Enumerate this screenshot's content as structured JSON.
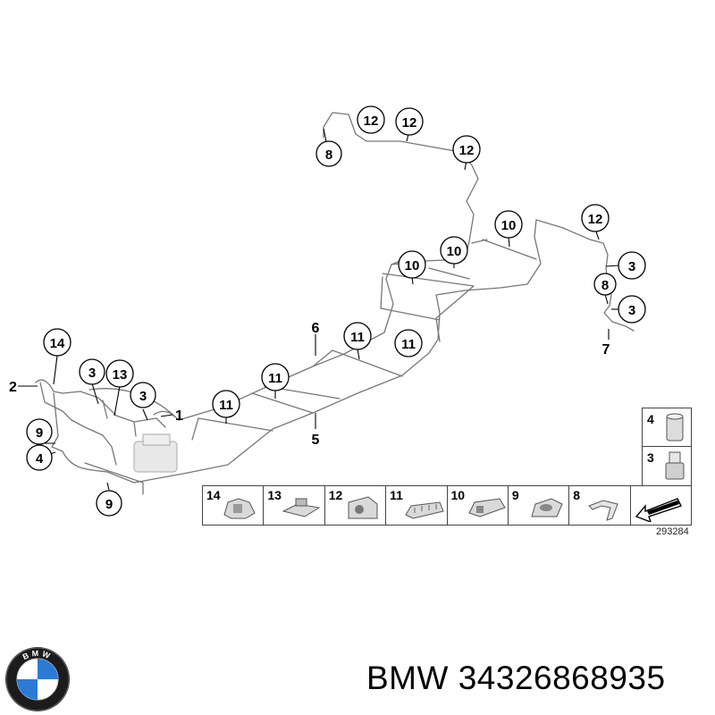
{
  "callouts": [
    {
      "text": "12"
    },
    {
      "text": "12"
    },
    {
      "text": "12"
    },
    {
      "text": "8"
    },
    {
      "text": "10"
    },
    {
      "text": "10"
    },
    {
      "text": "10"
    },
    {
      "text": "12"
    },
    {
      "text": "3"
    },
    {
      "text": "8"
    },
    {
      "text": "3"
    },
    {
      "text": "11"
    },
    {
      "text": "11"
    },
    {
      "text": "11"
    },
    {
      "text": "11"
    },
    {
      "text": "14"
    },
    {
      "text": "3"
    },
    {
      "text": "13"
    },
    {
      "text": "3"
    },
    {
      "text": "9"
    },
    {
      "text": "4"
    },
    {
      "text": "9"
    }
  ],
  "plain_labels": [
    {
      "text": "2"
    },
    {
      "text": "1"
    },
    {
      "text": "6"
    },
    {
      "text": "5"
    },
    {
      "text": "7"
    }
  ],
  "legend": [
    {
      "number": "14",
      "icon": "clip-14-icon"
    },
    {
      "number": "13",
      "icon": "clip-13-icon"
    },
    {
      "number": "12",
      "icon": "clip-12-icon"
    },
    {
      "number": "11",
      "icon": "clip-11-icon"
    },
    {
      "number": "10",
      "icon": "clip-10-icon"
    },
    {
      "number": "9",
      "icon": "clip-9-icon"
    },
    {
      "number": "8",
      "icon": "bracket-8-icon"
    },
    {
      "number": "",
      "icon": "direction-arrow-icon"
    }
  ],
  "side_parts": [
    {
      "number": "4",
      "icon": "union-nut-icon"
    },
    {
      "number": "3",
      "icon": "flare-nut-icon"
    }
  ],
  "reference_code": "293284",
  "brand": "BMW",
  "part_number": "34326868935",
  "logo_letters": "BMW",
  "colors": {
    "pipe": "#777777",
    "ink": "#000000",
    "logo_blue": "#2b7bd6"
  }
}
